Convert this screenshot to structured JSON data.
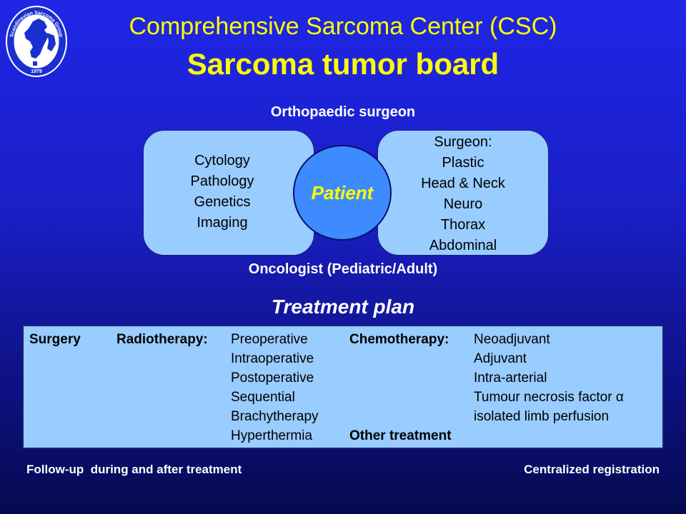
{
  "title": {
    "line1": "Comprehensive Sarcoma Center (CSC)",
    "line2": "Sarcoma tumor board"
  },
  "logo": {
    "icon": "scandinavia-map-icon",
    "text": "Scandinavian Sarcoma Group",
    "year": "1979"
  },
  "diagram": {
    "top_label": "Orthopaedic surgeon",
    "bottom_label": "Oncologist (Pediatric/Adult)",
    "center": "Patient",
    "left_box": [
      "Cytology",
      "Pathology",
      "Genetics",
      "Imaging"
    ],
    "right_box": [
      "Surgeon:",
      "Plastic",
      "Head & Neck",
      "Neuro",
      "Thorax",
      "Abdominal"
    ]
  },
  "treatment": {
    "heading": "Treatment plan",
    "surgery_label": "Surgery",
    "radiotherapy_label": "Radiotherapy:",
    "radiotherapy_items": [
      "Preoperative",
      "Intraoperative",
      "Postoperative",
      "Sequential",
      "Brachytherapy",
      "Hyperthermia"
    ],
    "chemotherapy_label": "Chemotherapy:",
    "chemotherapy_items": [
      "Neoadjuvant",
      "Adjuvant",
      "Intra-arterial",
      "Tumour necrosis factor α",
      "isolated limb perfusion"
    ],
    "other_label": "Other treatment"
  },
  "footer": {
    "left": "Follow-up  during and after treatment",
    "right": "Centralized registration"
  }
}
